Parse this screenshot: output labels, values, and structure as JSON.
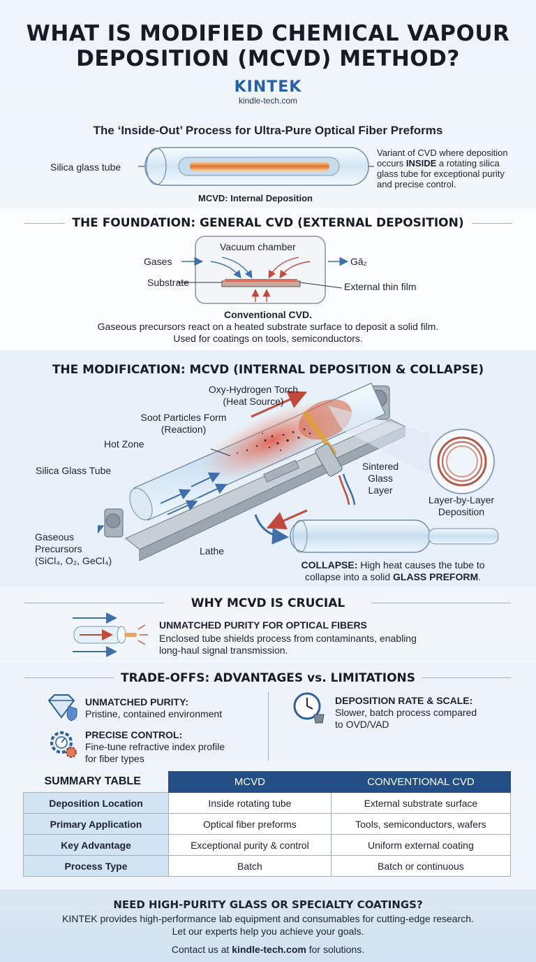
{
  "title": "WHAT IS MODIFIED CHEMICAL VAPOUR DEPOSITION (MCVD) METHOD?",
  "brand": {
    "logo": "KINTEK",
    "url": "kindle-tech.com"
  },
  "intro": {
    "heading": "The ‘Inside-Out’ Process for Ultra-Pure Optical Fiber Preforms",
    "tube_label": "Silica glass tube",
    "caption": "MCVD: Internal Deposition",
    "description_pre": "Variant of CVD where deposition occurs ",
    "description_bold": "INSIDE",
    "description_post": " a rotating silica glass tube for exceptional purity and precise control."
  },
  "foundation": {
    "heading": "THE FOUNDATION: GENERAL CVD (EXTERNAL DEPOSITION)",
    "chamber_label": "Vacuum chamber",
    "gases_in": "Gases",
    "gases_out": "Gā₂",
    "substrate": "Substrate",
    "film": "External thin film",
    "caption_title": "Conventional CVD.",
    "caption_line1": "Gaseous precursors react on a heated substrate surface to deposit a solid film.",
    "caption_line2": "Used for coatings on tools, semiconductors."
  },
  "modification": {
    "heading": "THE MODIFICATION: MCVD (INTERNAL DEPOSITION & COLLAPSE)",
    "torch_1": "Oxy-Hydrogen Torch",
    "torch_2": "(Heat Source)",
    "soot_1": "Soot Particles Form",
    "soot_2": "(Reaction)",
    "hot_zone": "Hot Zone",
    "tube": "Silica Glass Tube",
    "sintered_1": "Sintered",
    "sintered_2": "Glass",
    "sintered_3": "Layer",
    "layer_1": "Layer-by-Layer",
    "layer_2": "Deposition",
    "gas_1": "Gaseous",
    "gas_2": "Precursors",
    "gas_3": "(SiCl₄, O₂, GeCl₄)",
    "lathe": "Lathe",
    "collapse_bold": "COLLAPSE:",
    "collapse_1": " High heat causes the tube to",
    "collapse_2": "collapse into a solid ",
    "collapse_bold2": "GLASS PREFORM",
    "collapse_end": "."
  },
  "crucial": {
    "heading": "WHY MCVD IS CRUCIAL",
    "point_title": "UNMATCHED PURITY FOR OPTICAL FIBERS",
    "point_line1": "Enclosed tube shields process from contaminants, enabling",
    "point_line2": "long-haul signal transmission."
  },
  "tradeoffs": {
    "heading": "TRADE-OFFS: ADVANTAGES vs. LIMITATIONS",
    "adv1_title": "UNMATCHED PURITY:",
    "adv1_text": "Pristine, contained environment",
    "adv2_title": "PRECISE CONTROL:",
    "adv2_line1": "Fine-tune refractive index profile",
    "adv2_line2": "for fiber types",
    "lim_title": "DEPOSITION RATE & SCALE:",
    "lim_line1": "Slower, batch process compared",
    "lim_line2": "to OVD/VAD"
  },
  "summary": {
    "label": "SUMMARY TABLE",
    "col1": "MCVD",
    "col2": "CONVENTIONAL CVD",
    "rows": [
      {
        "h": "Deposition Location",
        "a": "Inside rotating tube",
        "b": "External substrate surface"
      },
      {
        "h": "Primary Application",
        "a": "Optical fiber preforms",
        "b": "Tools, semiconductors, wafers"
      },
      {
        "h": "Key Advantage",
        "a": "Exceptional purity & control",
        "b": "Uniform external coating"
      },
      {
        "h": "Process Type",
        "a": "Batch",
        "b": "Batch or continuous"
      }
    ]
  },
  "footer": {
    "heading": "NEED HIGH-PURITY GLASS OR SPECIALTY COATINGS?",
    "line1": "KINTEK provides high-performance lab equipment and consumables for cutting-edge research.",
    "line2": "Let our experts help you achieve your goals.",
    "contact_pre": "Contact us at ",
    "contact_link": "kindle-tech.com",
    "contact_post": " for solutions."
  },
  "colors": {
    "accent": "#234f86",
    "brand": "#2560a8",
    "arrow_red": "#c24a3c",
    "arrow_blue": "#3f6ea8"
  }
}
